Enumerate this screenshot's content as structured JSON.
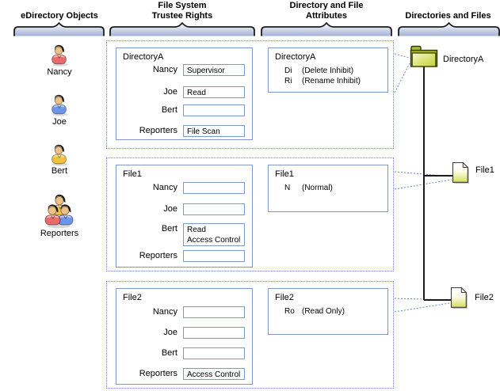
{
  "headers": {
    "edirectory_objects": "eDirectory Objects",
    "file_system_trustee_rights": "File System\nTrustee Rights",
    "directory_and_file_attributes": "Directory and File\nAttributes",
    "directories_and_files": "Directories and Files"
  },
  "edirectory_objects": [
    {
      "name": "Nancy",
      "icon": "user-red-icon"
    },
    {
      "name": "Joe",
      "icon": "user-blue-icon"
    },
    {
      "name": "Bert",
      "icon": "user-yellow-icon"
    },
    {
      "name": "Reporters",
      "icon": "user-group-icon"
    }
  ],
  "sections": [
    {
      "trustee": {
        "title": "DirectoryA",
        "rows": [
          {
            "user": "Nancy",
            "rights": "Supervisor"
          },
          {
            "user": "Joe",
            "rights": "Read"
          },
          {
            "user": "Bert",
            "rights": ""
          },
          {
            "user": "Reporters",
            "rights": "File Scan"
          }
        ]
      },
      "attributes": {
        "title": "DirectoryA",
        "items": [
          {
            "code": "Di",
            "desc": "(Delete Inhibit)"
          },
          {
            "code": "Ri",
            "desc": "(Rename Inhibit)"
          }
        ]
      }
    },
    {
      "trustee": {
        "title": "File1",
        "rows": [
          {
            "user": "Nancy",
            "rights": ""
          },
          {
            "user": "Joe",
            "rights": ""
          },
          {
            "user": "Bert",
            "rights": "Read\nAccess Control"
          },
          {
            "user": "Reporters",
            "rights": ""
          }
        ]
      },
      "attributes": {
        "title": "File1",
        "items": [
          {
            "code": "N",
            "desc": "(Normal)"
          }
        ]
      }
    },
    {
      "trustee": {
        "title": "File2",
        "rows": [
          {
            "user": "Nancy",
            "rights": ""
          },
          {
            "user": "Joe",
            "rights": ""
          },
          {
            "user": "Bert",
            "rights": ""
          },
          {
            "user": "Reporters",
            "rights": "Access Control"
          }
        ]
      },
      "attributes": {
        "title": "File2",
        "items": [
          {
            "code": "Ro",
            "desc": "(Read Only)"
          }
        ]
      }
    }
  ],
  "tree": {
    "root": {
      "label": "DirectoryA",
      "icon": "folder-icon"
    },
    "files": [
      {
        "label": "File1",
        "icon": "file-icon"
      },
      {
        "label": "File2",
        "icon": "file-icon"
      }
    ]
  },
  "colors": {
    "box_border_blue": "#7f9ac8",
    "dotted_blue": "#6b87cc",
    "brace_fill_top": "#fcfdfe",
    "brace_fill_bottom": "#a4b1d6",
    "tree_line_black": "#1b1b1b",
    "folder_green": "#c3d02f",
    "file_green": "#d6dd57",
    "user_red": "#e96a6a",
    "user_blue": "#6d96ea",
    "user_yellow": "#f2c23e"
  }
}
